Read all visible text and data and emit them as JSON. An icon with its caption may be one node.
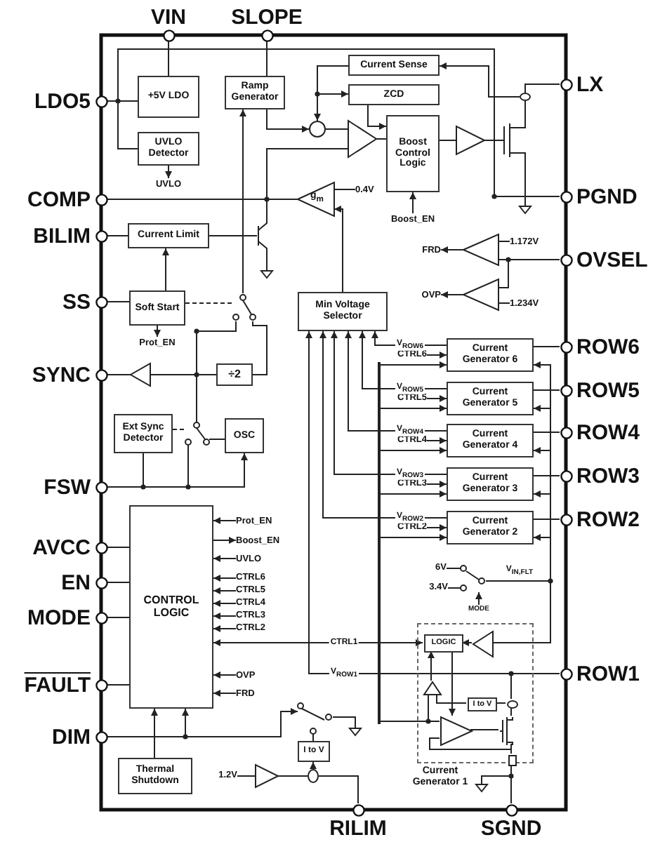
{
  "diagram": {
    "nodes": [
      {
        "text": [
          "VIN"
        ]
      },
      {
        "text": [
          "SLOPE"
        ]
      },
      {
        "text": [
          "LDO5"
        ]
      },
      {
        "text": [
          "+5V LDO"
        ]
      },
      {
        "text": [
          "UVLO Detector"
        ]
      },
      {
        "text": [
          "Ramp Generator"
        ]
      },
      {
        "text": [
          "Current Sense"
        ]
      },
      {
        "text": [
          "ZCD"
        ]
      },
      {
        "text": [
          "Boost Control Logic"
        ]
      },
      {
        "text": [
          "LX"
        ]
      },
      {
        "text": [
          "COMP"
        ]
      },
      {
        "text": [
          "PGND"
        ]
      },
      {
        "text": [
          "BILIM"
        ]
      },
      {
        "text": [
          "Current Limit"
        ]
      },
      {
        "text": [
          "OVSEL"
        ]
      },
      {
        "text": [
          "SS"
        ]
      },
      {
        "text": [
          "Soft Start"
        ]
      },
      {
        "text": [
          "Min Voltage Selector"
        ]
      },
      {
        "text": [
          "SYNC"
        ]
      },
      {
        "text": [
          "÷2"
        ]
      },
      {
        "text": [
          "Current Generator 6"
        ]
      },
      {
        "text": [
          "ROW6"
        ]
      },
      {
        "text": [
          "Current Generator 5"
        ]
      },
      {
        "text": [
          "ROW5"
        ]
      },
      {
        "text": [
          "Ext Sync Detector"
        ]
      },
      {
        "text": [
          "OSC"
        ]
      },
      {
        "text": [
          "Current Generator 4"
        ]
      },
      {
        "text": [
          "ROW4"
        ]
      },
      {
        "text": [
          "FSW"
        ]
      },
      {
        "text": [
          "Current Generator 3"
        ]
      },
      {
        "text": [
          "ROW3"
        ]
      },
      {
        "text": [
          "Current Generator 2"
        ]
      },
      {
        "text": [
          "ROW2"
        ]
      },
      {
        "text": [
          "AVCC"
        ]
      },
      {
        "text": [
          "CONTROL LOGIC"
        ]
      },
      {
        "text": [
          "EN"
        ]
      },
      {
        "text": [
          "MODE"
        ]
      },
      {
        "text": [
          "FAULT"
        ]
      },
      {
        "text": [
          "ROW1"
        ]
      },
      {
        "text": [
          "Current Generator 1"
        ]
      },
      {
        "text": [
          "LOGIC"
        ],
        "in": 39
      },
      {
        "text": [
          "I to V"
        ],
        "in": 39
      },
      {
        "text": [
          "DIM"
        ]
      },
      {
        "text": [
          "I to V"
        ]
      },
      {
        "text": [
          "Thermal Shutdown"
        ]
      },
      {
        "text": [
          "RILIM"
        ]
      },
      {
        "text": [
          "SGND"
        ]
      },
      {
        "text": [],
        "shape": "circle"
      },
      {
        "text": [],
        "shape": "triangle"
      },
      {
        "text": [
          "g$_{m}$"
        ]
      },
      {
        "text": [],
        "shape": "transistor"
      },
      {
        "text": [],
        "shape": "ground"
      },
      {
        "text": [],
        "shape": "switch"
      },
      {
        "text": [],
        "shape": "triangle"
      },
      {
        "text": [],
        "shape": "switch"
      },
      {
        "text": [],
        "shape": "triangle"
      },
      {
        "text": [],
        "shape": "transistor"
      },
      {
        "text": [],
        "shape": "ellipse"
      },
      {
        "text": [],
        "shape": "ground"
      },
      {
        "text": [],
        "shape": "triangle"
      },
      {
        "text": [],
        "shape": "triangle"
      },
      {
        "text": [],
        "shape": "switch"
      },
      {
        "text": [],
        "shape": "triangle",
        "in": 39
      },
      {
        "text": [],
        "shape": "triangle",
        "in": 39
      },
      {
        "text": [],
        "shape": "triangle",
        "in": 39
      },
      {
        "text": [],
        "shape": "transistor",
        "in": 39
      },
      {
        "text": [],
        "shape": "ellipse",
        "in": 39
      },
      {
        "text": [],
        "shape": "resistor",
        "in": 39
      },
      {
        "text": [],
        "shape": "ground"
      },
      {
        "text": [],
        "shape": "switch"
      },
      {
        "text": [],
        "shape": "ground"
      },
      {
        "text": [],
        "shape": "triangle"
      },
      {
        "text": [],
        "shape": "ellipse"
      },
      {
        "text": [
          "UVLO"
        ]
      },
      {
        "text": [
          "Prot_EN"
        ]
      },
      {
        "text": [
          "Boost_EN"
        ]
      },
      {
        "text": [
          "FRD"
        ]
      },
      {
        "text": [
          "OVP"
        ]
      },
      {
        "text": [
          "Prot_EN"
        ]
      },
      {
        "text": [
          "Boost_EN"
        ]
      },
      {
        "text": [
          "UVLO"
        ]
      },
      {
        "text": [
          "CTRL6"
        ]
      },
      {
        "text": [
          "CTRL5"
        ]
      },
      {
        "text": [
          "CTRL4"
        ]
      },
      {
        "text": [
          "CTRL3"
        ]
      },
      {
        "text": [
          "CTRL2"
        ]
      },
      {
        "text": [
          "OVP"
        ]
      },
      {
        "text": [
          "FRD"
        ]
      },
      {
        "text": [
          "CTRL6"
        ]
      },
      {
        "text": [
          "CTRL5"
        ]
      },
      {
        "text": [
          "CTRL4"
        ]
      },
      {
        "text": [
          "CTRL3"
        ]
      },
      {
        "text": [
          "CTRL2"
        ]
      },
      {
        "text": [
          "MODE"
        ]
      },
      {
        "text": [
          "0.4V"
        ]
      },
      {
        "text": [
          "1.172V"
        ]
      },
      {
        "text": [
          "1.234V"
        ]
      },
      {
        "text": [
          "6V"
        ]
      },
      {
        "text": [
          "3.4V"
        ]
      },
      {
        "text": [
          "1.2V"
        ]
      },
      {
        "text": [],
        "shape": "bar"
      }
    ],
    "edges": [
      {
        "from": 0,
        "to": 3,
        "arrow": "none"
      },
      {
        "from": 2,
        "to": 3,
        "arrow": "none"
      },
      {
        "from": 2,
        "to": 4,
        "arrow": "none"
      },
      {
        "from": 1,
        "to": 5,
        "arrow": "none"
      },
      {
        "from": 7,
        "to": 8,
        "arrow": "to"
      },
      {
        "from": 57,
        "to": 6,
        "arrow": "to"
      },
      {
        "from": 12,
        "to": 13,
        "arrow": "none"
      },
      {
        "from": 15,
        "to": 16,
        "arrow": "none"
      },
      {
        "from": 28,
        "to": 24,
        "arrow": "none"
      },
      {
        "from": 28,
        "to": 25,
        "arrow": "to"
      },
      {
        "from": 20,
        "to": 17,
        "arrow": "to",
        "label": "V$_{ROW6}$"
      },
      {
        "from": 22,
        "to": 17,
        "arrow": "to",
        "label": "V$_{ROW5}$"
      },
      {
        "from": 26,
        "to": 17,
        "arrow": "to",
        "label": "V$_{ROW4}$"
      },
      {
        "from": 29,
        "to": 17,
        "arrow": "to",
        "label": "V$_{ROW3}$"
      },
      {
        "from": 31,
        "to": 17,
        "arrow": "to",
        "label": "V$_{ROW2}$"
      },
      {
        "from": 38,
        "to": 17,
        "arrow": "to",
        "label": "V$_{ROW1}$"
      },
      {
        "from": 20,
        "to": 21,
        "arrow": "none"
      },
      {
        "from": 22,
        "to": 23,
        "arrow": "none"
      },
      {
        "from": 26,
        "to": 27,
        "arrow": "none"
      },
      {
        "from": 29,
        "to": 30,
        "arrow": "none"
      },
      {
        "from": 31,
        "to": 32,
        "arrow": "none"
      },
      {
        "from": 33,
        "to": 34,
        "arrow": "none"
      },
      {
        "from": 35,
        "to": 34,
        "arrow": "none"
      },
      {
        "from": 36,
        "to": 34,
        "arrow": "none"
      },
      {
        "from": 37,
        "to": 34,
        "arrow": "none"
      },
      {
        "from": 42,
        "to": 34,
        "arrow": "to"
      },
      {
        "from": 44,
        "to": 34,
        "arrow": "to"
      },
      {
        "from": 34,
        "to": 40,
        "arrow": "both",
        "label": "CTRL1"
      },
      {
        "from": 4,
        "to": 73,
        "arrow": "to"
      },
      {
        "from": 16,
        "to": 74,
        "arrow": "to"
      },
      {
        "from": 75,
        "to": 8,
        "arrow": "to"
      },
      {
        "from": 78,
        "to": 34,
        "arrow": "to"
      },
      {
        "from": 34,
        "to": 79,
        "arrow": "to"
      },
      {
        "from": 80,
        "to": 34,
        "arrow": "to"
      },
      {
        "from": 81,
        "to": 34,
        "arrow": "to"
      },
      {
        "from": 82,
        "to": 34,
        "arrow": "to"
      },
      {
        "from": 83,
        "to": 34,
        "arrow": "to"
      },
      {
        "from": 84,
        "to": 34,
        "arrow": "to"
      },
      {
        "from": 85,
        "to": 34,
        "arrow": "to"
      },
      {
        "from": 86,
        "to": 34,
        "arrow": "to"
      },
      {
        "from": 87,
        "to": 34,
        "arrow": "to"
      },
      {
        "from": 88,
        "to": 20,
        "arrow": "to"
      },
      {
        "from": 89,
        "to": 22,
        "arrow": "to"
      },
      {
        "from": 90,
        "to": 26,
        "arrow": "to"
      },
      {
        "from": 91,
        "to": 29,
        "arrow": "to"
      },
      {
        "from": 92,
        "to": 31,
        "arrow": "to"
      },
      {
        "from": 9,
        "to": 57,
        "arrow": "none"
      },
      {
        "from": 57,
        "to": 56,
        "arrow": "none"
      },
      {
        "from": 56,
        "to": 11,
        "arrow": "none"
      },
      {
        "from": 11,
        "to": 58,
        "arrow": "none"
      },
      {
        "from": 2,
        "to": 11,
        "arrow": "none"
      },
      {
        "from": 5,
        "to": 47,
        "arrow": "to"
      },
      {
        "from": 6,
        "to": 47,
        "arrow": "to"
      },
      {
        "from": 6,
        "to": 7,
        "arrow": "to"
      },
      {
        "from": 47,
        "to": 48,
        "arrow": "none"
      },
      {
        "from": 48,
        "to": 8,
        "arrow": "none"
      },
      {
        "from": 10,
        "to": 49,
        "arrow": "none"
      },
      {
        "from": 10,
        "to": 48,
        "arrow": "none"
      },
      {
        "from": 10,
        "to": 50,
        "arrow": "none"
      },
      {
        "from": 94,
        "to": 49,
        "arrow": "none"
      },
      {
        "from": 17,
        "to": 49,
        "arrow": "to"
      },
      {
        "from": 13,
        "to": 50,
        "arrow": "none"
      },
      {
        "from": 50,
        "to": 51,
        "arrow": "none"
      },
      {
        "from": 16,
        "to": 13,
        "arrow": "to"
      },
      {
        "from": 16,
        "to": 52,
        "arrow": "none",
        "style": "dashed"
      },
      {
        "from": 52,
        "to": 5,
        "arrow": "to"
      },
      {
        "from": 52,
        "to": 53,
        "arrow": "none"
      },
      {
        "from": 52,
        "to": 54,
        "arrow": "none"
      },
      {
        "from": 52,
        "to": 19,
        "arrow": "none"
      },
      {
        "from": 19,
        "to": 53,
        "arrow": "none"
      },
      {
        "from": 19,
        "to": 54,
        "arrow": "none"
      },
      {
        "from": 53,
        "to": 18,
        "arrow": "none"
      },
      {
        "from": 24,
        "to": 54,
        "arrow": "none",
        "style": "dashed"
      },
      {
        "from": 54,
        "to": 25,
        "arrow": "none"
      },
      {
        "from": 28,
        "to": 54,
        "arrow": "none"
      },
      {
        "from": 8,
        "to": 55,
        "arrow": "none"
      },
      {
        "from": 55,
        "to": 56,
        "arrow": "none"
      },
      {
        "from": 14,
        "to": 59,
        "arrow": "none"
      },
      {
        "from": 14,
        "to": 60,
        "arrow": "none"
      },
      {
        "from": 95,
        "to": 59,
        "arrow": "none"
      },
      {
        "from": 96,
        "to": 60,
        "arrow": "none"
      },
      {
        "from": 59,
        "to": 76,
        "arrow": "to"
      },
      {
        "from": 60,
        "to": 77,
        "arrow": "to"
      },
      {
        "from": 100,
        "to": 20,
        "arrow": "to"
      },
      {
        "from": 100,
        "to": 22,
        "arrow": "to"
      },
      {
        "from": 100,
        "to": 26,
        "arrow": "to"
      },
      {
        "from": 100,
        "to": 29,
        "arrow": "to"
      },
      {
        "from": 100,
        "to": 31,
        "arrow": "to"
      },
      {
        "from": 100,
        "to": 64,
        "arrow": "none"
      },
      {
        "from": 100,
        "to": 63,
        "arrow": "none"
      },
      {
        "from": 97,
        "to": 61,
        "arrow": "none"
      },
      {
        "from": 98,
        "to": 61,
        "arrow": "none"
      },
      {
        "from": 93,
        "to": 61,
        "arrow": "to"
      },
      {
        "from": 61,
        "to": 20,
        "arrow": "to",
        "label": "V$_{IN,FLT}$"
      },
      {
        "from": 61,
        "to": 22,
        "arrow": "to"
      },
      {
        "from": 61,
        "to": 26,
        "arrow": "to"
      },
      {
        "from": 61,
        "to": 29,
        "arrow": "to"
      },
      {
        "from": 61,
        "to": 31,
        "arrow": "to"
      },
      {
        "from": 61,
        "to": 62,
        "arrow": "none"
      },
      {
        "from": 62,
        "to": 40,
        "arrow": "to"
      },
      {
        "from": 38,
        "to": 66,
        "arrow": "none"
      },
      {
        "from": 66,
        "to": 65,
        "arrow": "none"
      },
      {
        "from": 66,
        "to": 41,
        "arrow": "none"
      },
      {
        "from": 41,
        "to": 63,
        "arrow": "none"
      },
      {
        "from": 63,
        "to": 40,
        "arrow": "to"
      },
      {
        "from": 40,
        "to": 64,
        "arrow": "to"
      },
      {
        "from": 64,
        "to": 65,
        "arrow": "none"
      },
      {
        "from": 65,
        "to": 67,
        "arrow": "none"
      },
      {
        "from": 65,
        "to": 64,
        "arrow": "none"
      },
      {
        "from": 67,
        "to": 46,
        "arrow": "none"
      },
      {
        "from": 67,
        "to": 68,
        "arrow": "none"
      },
      {
        "from": 42,
        "to": 69,
        "arrow": "to"
      },
      {
        "from": 69,
        "to": 43,
        "arrow": "none"
      },
      {
        "from": 69,
        "to": 70,
        "arrow": "none"
      },
      {
        "from": 99,
        "to": 71,
        "arrow": "none"
      },
      {
        "from": 71,
        "to": 72,
        "arrow": "none"
      },
      {
        "from": 72,
        "to": 45,
        "arrow": "none"
      },
      {
        "from": 72,
        "to": 43,
        "arrow": "to"
      }
    ]
  }
}
